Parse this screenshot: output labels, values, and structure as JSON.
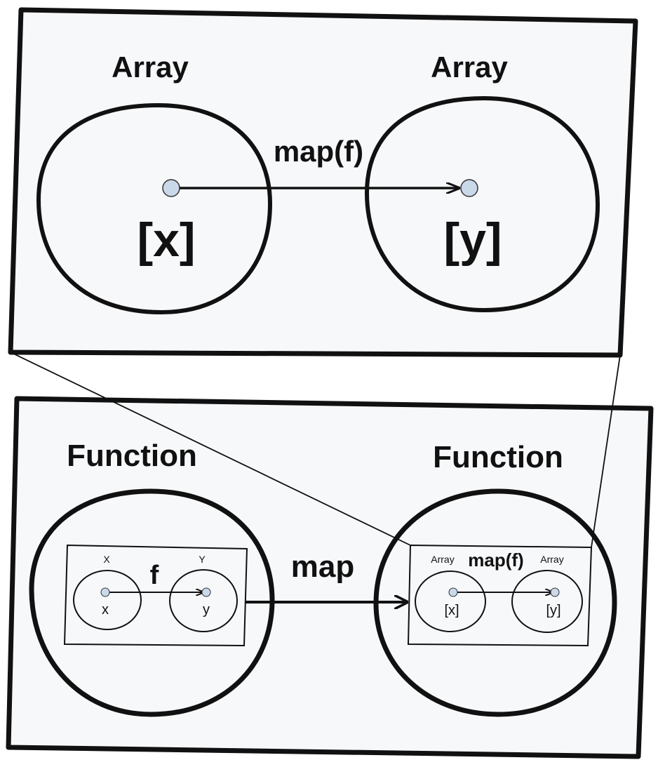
{
  "top_panel": {
    "left_set_title": "Array",
    "right_set_title": "Array",
    "left_element": "[x]",
    "right_element": "[y]",
    "arrow_label": "map(f)"
  },
  "bottom_panel": {
    "left_set_title": "Function",
    "right_set_title": "Function",
    "arrow_label": "map",
    "inner_left": {
      "domain_title": "X",
      "codomain_title": "Y",
      "arrow_label": "f",
      "domain_element": "x",
      "codomain_element": "y"
    },
    "inner_right": {
      "domain_title": "Array",
      "codomain_title": "Array",
      "arrow_label": "map(f)",
      "domain_element": "[x]",
      "codomain_element": "[y]"
    }
  },
  "colors": {
    "stroke": "#111111",
    "point_fill": "#c9d9ea",
    "panel_fill": "#f7f8fa"
  }
}
